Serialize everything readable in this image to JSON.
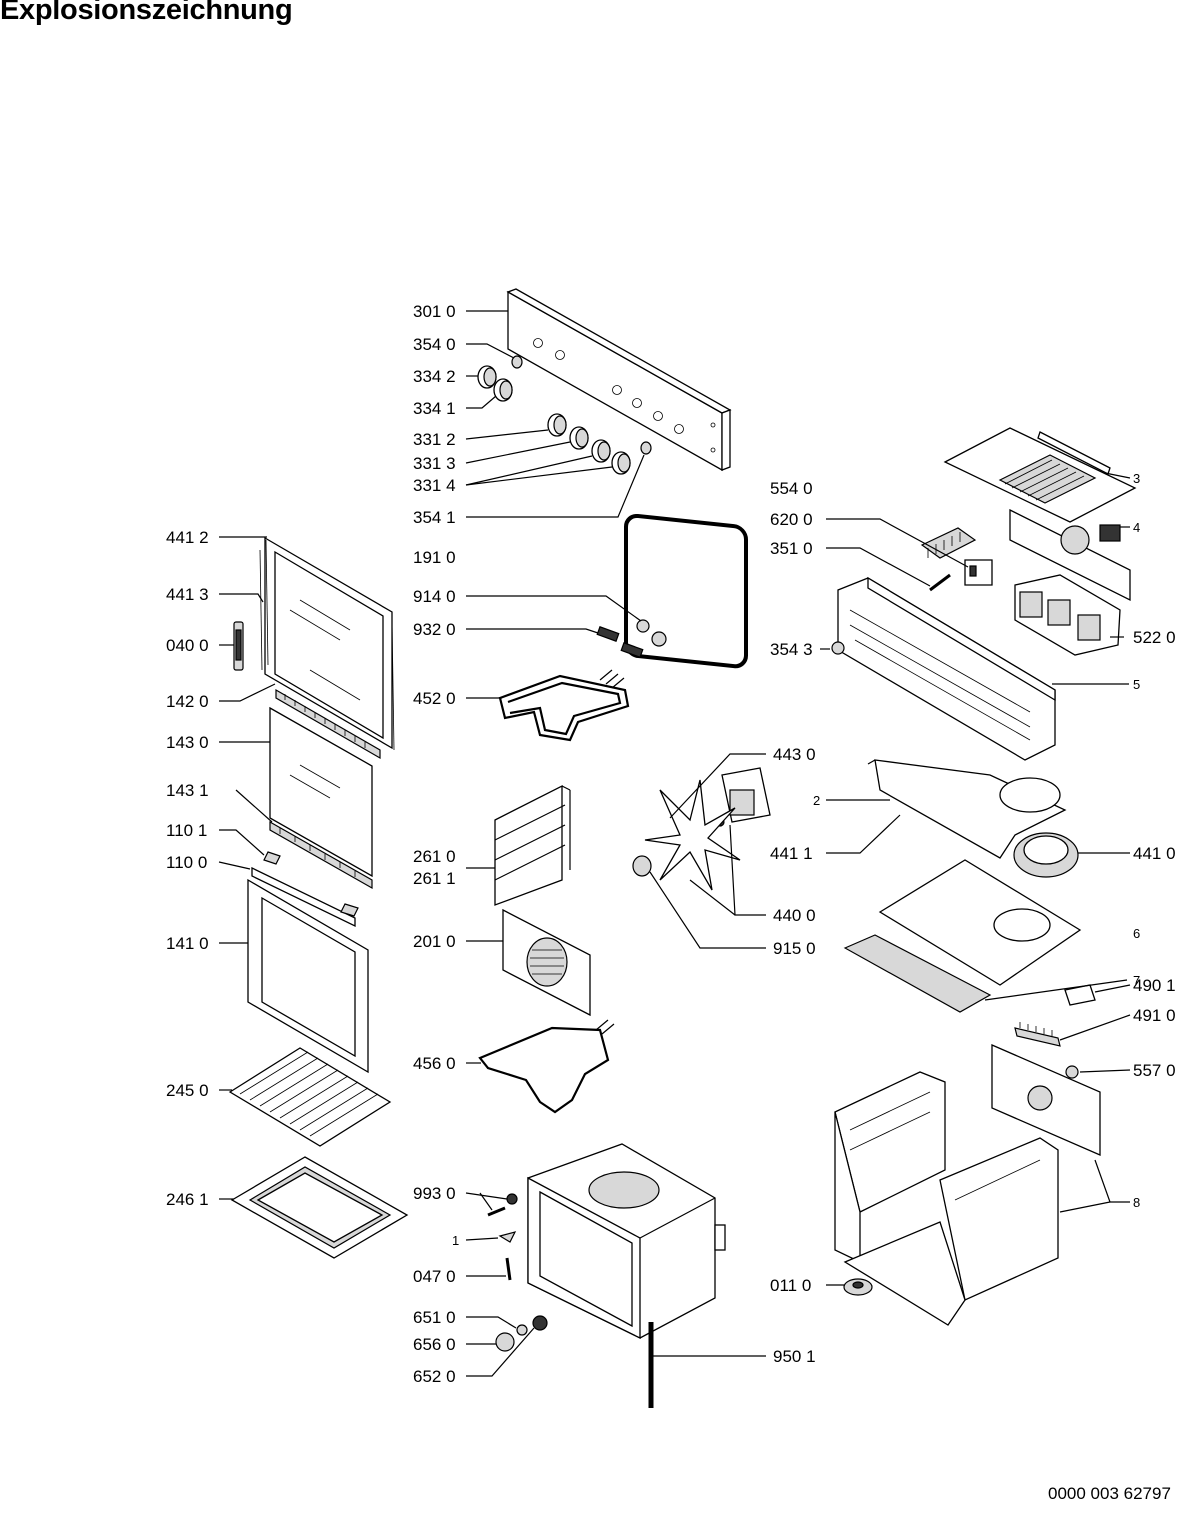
{
  "header": {
    "title": "Explosionszeichnung"
  },
  "footer": {
    "doc_number": "0000 003 62797"
  },
  "callouts": {
    "c3010": "301 0",
    "c3540": "354 0",
    "c3342": "334 2",
    "c3341": "334 1",
    "c3312": "331 2",
    "c3313": "331 3",
    "c3314": "331 4",
    "c3541": "354 1",
    "c4412": "441 2",
    "c1910": "191 0",
    "c4413": "441 3",
    "c9140": "914 0",
    "c0400": "040 0",
    "c9320": "932 0",
    "c1420": "142 0",
    "c4520": "452 0",
    "c1430": "143 0",
    "c1431": "143 1",
    "c1101": "110 1",
    "c1100": "110 0",
    "c2610": "261 0",
    "c2611": "261 1",
    "c1410": "141 0",
    "c2010": "201 0",
    "c4560": "456 0",
    "c2450": "245 0",
    "c2461": "246 1",
    "c9930": "993 0",
    "c1": "1",
    "c0470": "047 0",
    "c6510": "651 0",
    "c6560": "656 0",
    "c6520": "652 0",
    "c9501": "950 1",
    "c5540": "554 0",
    "c6200": "620 0",
    "c3510": "351 0",
    "c3543": "354 3",
    "c5220": "522 0",
    "c3": "3",
    "c4": "4",
    "c5": "5",
    "c4430": "443 0",
    "c2": "2",
    "c4411": "441 1",
    "c4410": "441 0",
    "c4400": "440 0",
    "c9150": "915 0",
    "c6": "6",
    "c7": "7",
    "c4901": "490 1",
    "c4910": "491 0",
    "c5570": "557 0",
    "c8": "8",
    "c0110": "011 0"
  }
}
